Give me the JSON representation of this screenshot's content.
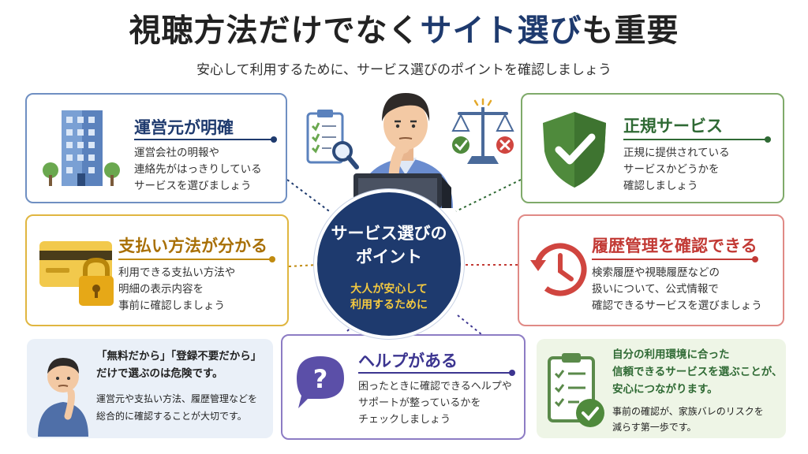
{
  "title": {
    "part1": "視聴方法だけでなく",
    "part2": "サイト選び",
    "part3": "も重要"
  },
  "subtitle": "安心して利用するために、サービス選びのポイントを確認しましょう",
  "center": {
    "line1": "サービス選びの",
    "line2": "ポイント",
    "sub1": "大人が安心して",
    "sub2": "利用するために"
  },
  "cards": {
    "operator": {
      "title": "運営元が明確",
      "lines": [
        "運営会社の明報や",
        "連絡先がはっきりしている",
        "サービスを選びましょう"
      ]
    },
    "official": {
      "title": "正規サービス",
      "lines": [
        "正規に提供されている",
        "サービスかどうかを",
        "確認しましょう"
      ]
    },
    "payment": {
      "title": "支払い方法が分かる",
      "lines": [
        "利用できる支払い方法や",
        "明細の表示内容を",
        "事前に確認しましょう"
      ]
    },
    "history": {
      "title": "履歴管理を確認できる",
      "lines": [
        "検索履歴や視聴履歴などの",
        "扱いについて、公式情報で",
        "確認できるサービスを選びましょう"
      ]
    },
    "help": {
      "title": "ヘルプがある",
      "lines": [
        "困ったときに確認できるヘルプや",
        "サポートが整っているかを",
        "チェックしましょう"
      ]
    }
  },
  "note_left": {
    "lines": [
      "「無料だから」「登録不要だから」",
      "だけで選ぶのは危険です。",
      "運営元や支払い方法、履歴管理などを",
      "総合的に確認することが大切です。"
    ]
  },
  "note_right": {
    "lines": [
      "自分の利用環境に合った",
      "信頼できるサービスを選ぶことが、",
      "安心につながります。",
      "事前の確認が、家族バレのリスクを",
      "減らす第一歩です。"
    ]
  },
  "colors": {
    "navy": "#1e3a6e",
    "green": "#2f6a34",
    "yellow": "#c08a10",
    "red": "#c23a35",
    "purple": "#3c3590",
    "accent": "#f3c940"
  },
  "icons": [
    "building-icon",
    "shield-check-icon",
    "credit-card-lock-icon",
    "history-clock-icon",
    "question-bubble-icon",
    "clipboard-search-icon",
    "scales-icon",
    "clipboard-check-icon",
    "thinking-person-icon",
    "laptop-icon"
  ]
}
